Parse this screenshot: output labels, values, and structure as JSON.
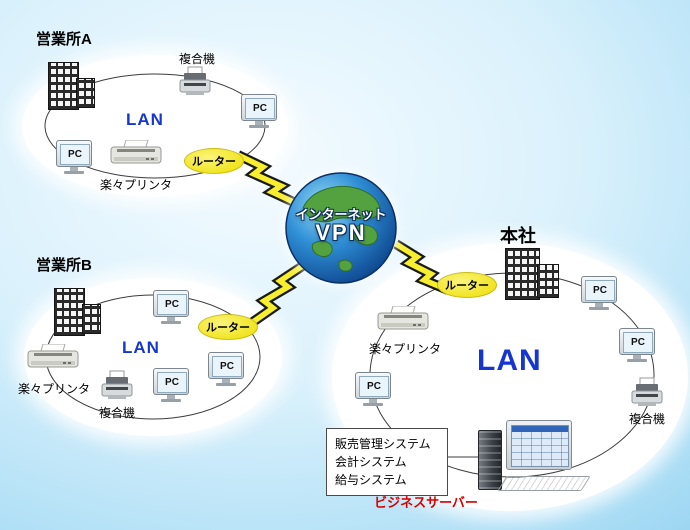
{
  "internet": {
    "line1": "インターネット",
    "line2": "VPN"
  },
  "office_a": {
    "title": "営業所A",
    "mfp_label": "複合機",
    "pc1": "PC",
    "pc2": "PC",
    "lan": "LAN",
    "printer_label": "楽々プリンタ",
    "router": "ルーター"
  },
  "office_b": {
    "title": "営業所B",
    "pc1": "PC",
    "pc2": "PC",
    "pc3": "PC",
    "lan": "LAN",
    "printer_label": "楽々プリンタ",
    "mfp_label": "複合機",
    "router": "ルーター"
  },
  "hq": {
    "title": "本社",
    "router": "ルーター",
    "pc1": "PC",
    "pc2": "PC",
    "pc3": "PC",
    "printer_label": "楽々プリンタ",
    "lan": "LAN",
    "mfp_label": "複合機",
    "systems": [
      "販売管理システム",
      "会計システム",
      "給与システム"
    ],
    "server_label": "ビジネスサーバー"
  },
  "colors": {
    "lan_text": "#1536cf",
    "router_fill": "#f0e318",
    "server_label_text": "#d70000"
  }
}
